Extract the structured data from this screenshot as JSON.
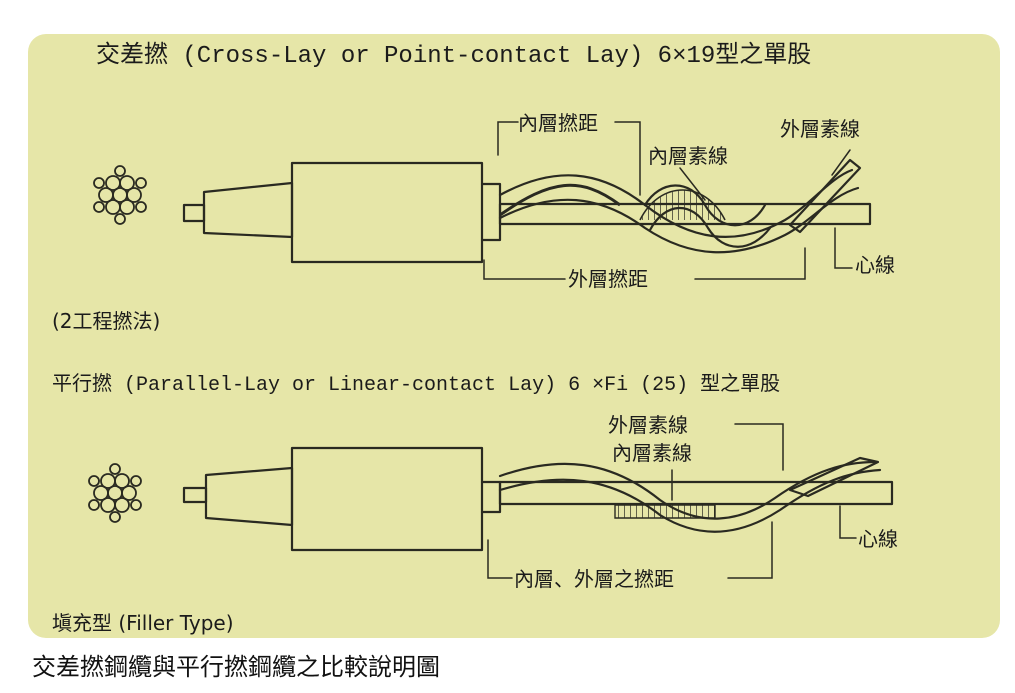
{
  "figure": {
    "cross_lay": {
      "title": "交差撚 (Cross-Lay or Point-contact Lay) 6×19型之單股",
      "labels": {
        "inner_lay_length": "內層撚距",
        "inner_wire": "內層素線",
        "outer_wire": "外層素線",
        "core_wire": "心線",
        "outer_lay_length": "外層撚距"
      },
      "process_note": "(2工程撚法)"
    },
    "parallel_lay": {
      "title": "平行撚 (Parallel-Lay or Linear-contact Lay) 6 ×Fi (25) 型之單股",
      "labels": {
        "outer_wire": "外層素線",
        "inner_wire": "內層素線",
        "core_wire": "心線",
        "inner_outer_lay_length": "內層、外層之撚距"
      },
      "filler_type": "塡充型 (Filler Type)"
    },
    "caption": "交差撚鋼纜與平行撚鋼纜之比較說明圖",
    "colors": {
      "panel_background": "#e6e6a8",
      "ink": "#2a2a21"
    }
  }
}
